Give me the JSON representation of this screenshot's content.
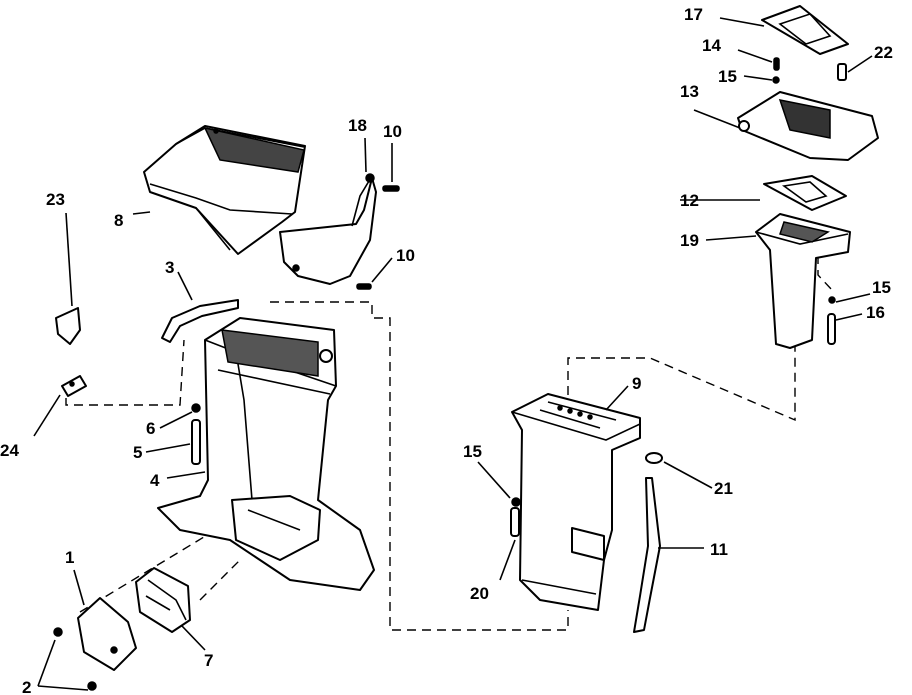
{
  "callouts": {
    "c1": "1",
    "c2": "2",
    "c3": "3",
    "c4": "4",
    "c5": "5",
    "c6": "6",
    "c7": "7",
    "c8": "8",
    "c9": "9",
    "c10a": "10",
    "c10b": "10",
    "c11": "11",
    "c12": "12",
    "c13": "13",
    "c14": "14",
    "c15a": "15",
    "c15b": "15",
    "c15c": "15",
    "c16": "16",
    "c17": "17",
    "c18": "18",
    "c19": "19",
    "c20": "20",
    "c21": "21",
    "c22": "22",
    "c23": "23",
    "c24": "24"
  }
}
